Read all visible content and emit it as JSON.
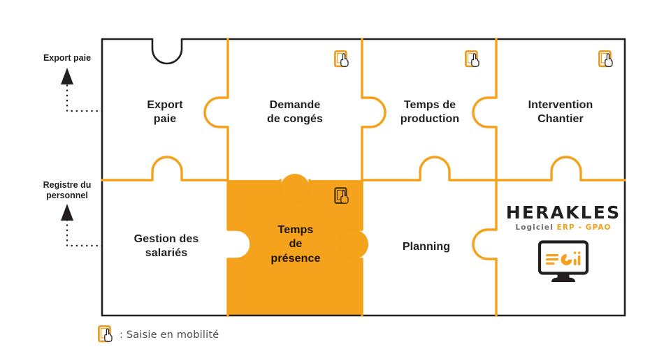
{
  "diagram": {
    "title_alt": "Herakles ERP - modules puzzle",
    "colors": {
      "orange": "#F5A11B",
      "orange_fill": "#F5A31C",
      "black": "#231F20",
      "grey_text": "#4D4D4D",
      "logo_grey": "#6D6E71",
      "white": "#FFFFFF"
    },
    "pieces": [
      {
        "id": "export-paie",
        "label": "Export\npaie",
        "filled": false,
        "mobile": false
      },
      {
        "id": "demande-de-conges",
        "label": "Demande\nde congés",
        "filled": false,
        "mobile": true
      },
      {
        "id": "temps-de-production",
        "label": "Temps de\nproduction",
        "filled": false,
        "mobile": true
      },
      {
        "id": "intervention-chantier",
        "label": "Intervention\nChantier",
        "filled": false,
        "mobile": true
      },
      {
        "id": "gestion-des-salaries",
        "label": "Gestion des\nsalariés",
        "filled": false,
        "mobile": false
      },
      {
        "id": "temps-de-presence",
        "label": "Temps\nde\nprésence",
        "filled": true,
        "mobile": true
      },
      {
        "id": "planning",
        "label": "Planning",
        "filled": false,
        "mobile": false
      },
      {
        "id": "logo-cell",
        "label": "",
        "filled": false,
        "mobile": false
      }
    ],
    "side_notes": [
      {
        "id": "export-paie-note",
        "label": "Export paie"
      },
      {
        "id": "registre-personnel-note",
        "label": "Registre du\npersonnel"
      }
    ],
    "legend": {
      "icon_name": "mobile-input-icon",
      "text": ": Saisie en mobilité"
    },
    "logo": {
      "wordmark": "HERAKLES",
      "tagline_prefix": "Logiciel ",
      "tagline_accent": "ERP - GPAO",
      "icon_name": "desktop-monitor-icon"
    }
  }
}
